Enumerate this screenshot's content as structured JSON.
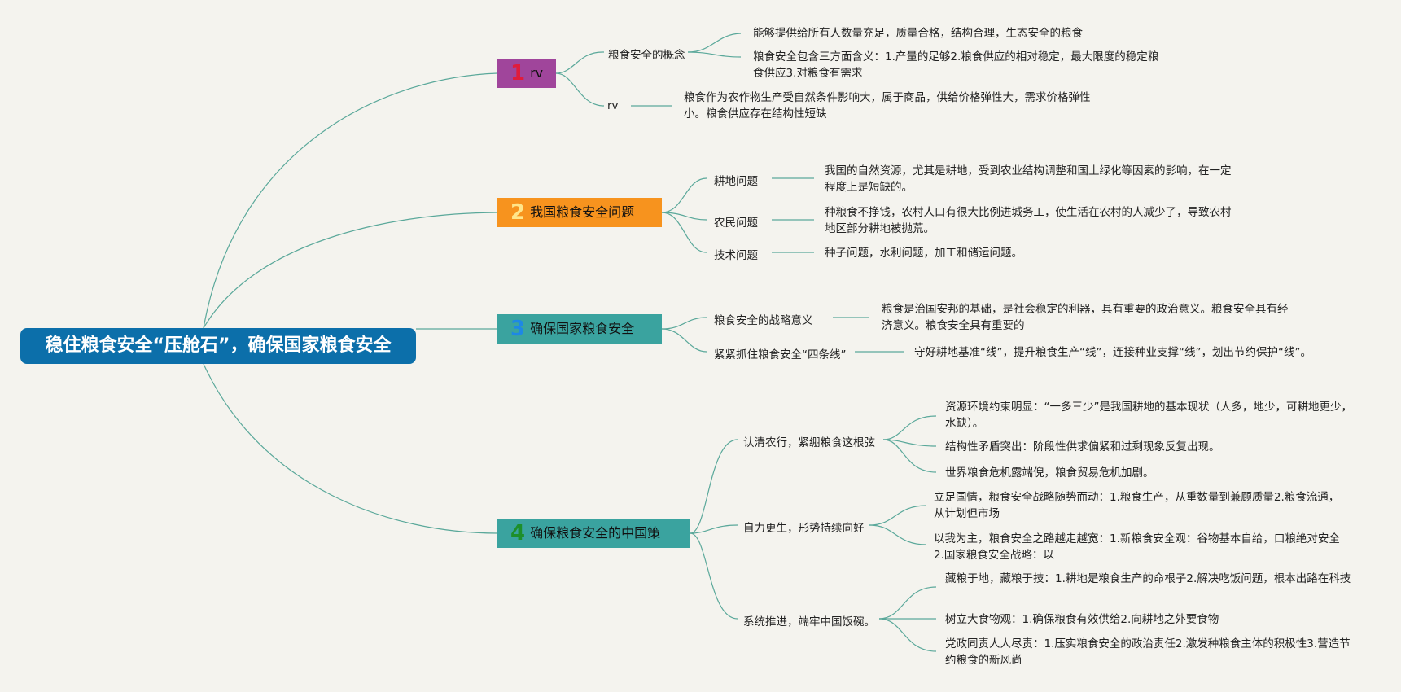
{
  "root": "稳住粮食安全“压舱石”，确保国家粮食安全",
  "topics": [
    {
      "num": "1",
      "title": "rv",
      "children": [
        {
          "label": "粮食安全的概念",
          "details": [
            "能够提供给所有人数量充足，质量合格，结构合理，生态安全的粮食",
            "粮食安全包含三方面含义：1.产量的足够2.粮食供应的相对稳定，最大限度的稳定粮食供应3.对粮食有需求"
          ]
        },
        {
          "label": "rv",
          "details": [
            "粮食作为农作物生产受自然条件影响大，属于商品，供给价格弹性大，需求价格弹性小。粮食供应存在结构性短缺"
          ]
        }
      ]
    },
    {
      "num": "2",
      "title": "我国粮食安全问题",
      "children": [
        {
          "label": "耕地问题",
          "details": [
            "我国的自然资源，尤其是耕地，受到农业结构调整和国土绿化等因素的影响，在一定程度上是短缺的。"
          ]
        },
        {
          "label": "农民问题",
          "details": [
            "种粮食不挣钱，农村人口有很大比例进城务工，使生活在农村的人减少了，导致农村地区部分耕地被抛荒。"
          ]
        },
        {
          "label": "技术问题",
          "details": [
            "种子问题，水利问题，加工和储运问题。"
          ]
        }
      ]
    },
    {
      "num": "3",
      "title": "确保国家粮食安全",
      "children": [
        {
          "label": "粮食安全的战略意义",
          "details": [
            "粮食是治国安邦的基础，是社会稳定的利器，具有重要的政治意义。粮食安全具有经济意义。粮食安全具有重要的"
          ]
        },
        {
          "label": "紧紧抓住粮食安全“四条线”",
          "details": [
            "守好耕地基准“线”，提升粮食生产“线”，连接种业支撑“线”，划出节约保护“线”。"
          ]
        }
      ]
    },
    {
      "num": "4",
      "title": "确保粮食安全的中国策",
      "children": [
        {
          "label": "认清农行，紧绷粮食这根弦",
          "details": [
            "资源环境约束明显：“一多三少”是我国耕地的基本现状（人多，地少，可耕地更少，水缺）。",
            "结构性矛盾突出：阶段性供求偏紧和过剩现象反复出现。",
            "世界粮食危机露端倪，粮食贸易危机加剧。"
          ]
        },
        {
          "label": "自力更生，形势持续向好",
          "details": [
            "立足国情，粮食安全战略随势而动：1.粮食生产，从重数量到兼顾质量2.粮食流通，从计划但市场",
            "以我为主，粮食安全之路越走越宽：1.新粮食安全观：谷物基本自给，口粮绝对安全2.国家粮食安全战略：以"
          ]
        },
        {
          "label": "系统推进，端牢中国饭碗。",
          "details": [
            "藏粮于地，藏粮于技：1.耕地是粮食生产的命根子2.解决吃饭问题，根本出路在科技",
            "树立大食物观：1.确保粮食有效供给2.向耕地之外要食物",
            "党政同责人人尽责：1.压实粮食安全的政治责任2.激发种粮食主体的积极性3.营造节约粮食的新风尚"
          ]
        }
      ]
    }
  ]
}
